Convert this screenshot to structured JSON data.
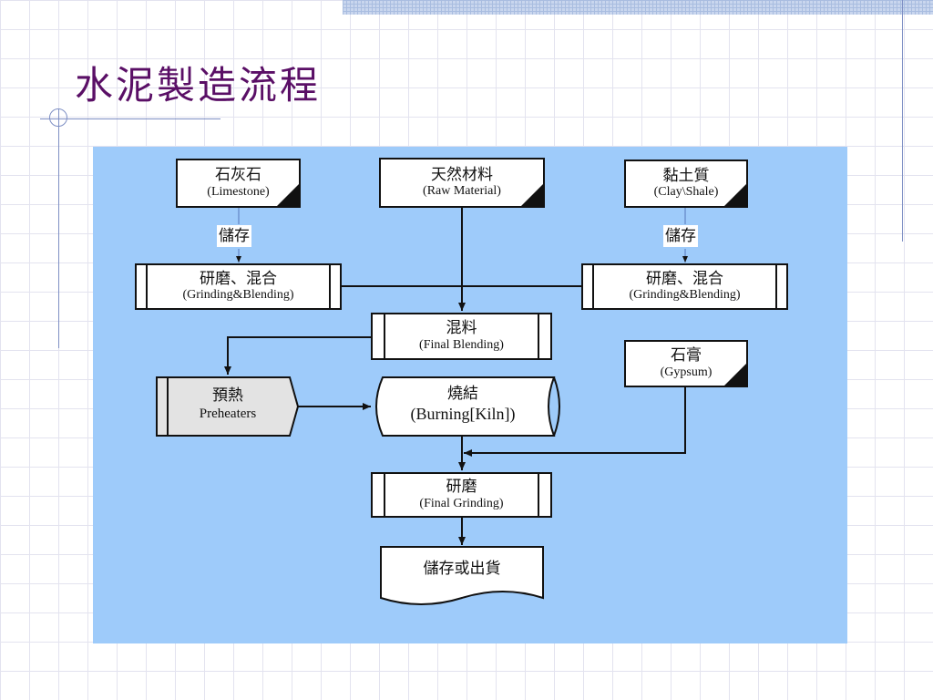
{
  "slide": {
    "title": "水泥製造流程"
  },
  "flow": {
    "limestone": {
      "zh": "石灰石",
      "en": "(Limestone)"
    },
    "raw": {
      "zh": "天然材料",
      "en": "(Raw Material)"
    },
    "clay": {
      "zh": "黏土質",
      "en": "(Clay\\Shale)"
    },
    "storage_left": "儲存",
    "storage_right": "儲存",
    "grind_left": {
      "zh": "研磨、混合",
      "en": "(Grinding&Blending)"
    },
    "grind_right": {
      "zh": "研磨、混合",
      "en": "(Grinding&Blending)"
    },
    "final_blend": {
      "zh": "混料",
      "en": "(Final Blending)"
    },
    "gypsum": {
      "zh": "石膏",
      "en": "(Gypsum)"
    },
    "preheat": {
      "zh": "預熱",
      "en": "Preheaters"
    },
    "kiln": {
      "zh": "燒結",
      "en": "(Burning[Kiln])"
    },
    "final_grind": {
      "zh": "研磨",
      "en": "(Final Grinding)"
    },
    "ship": "儲存或出貨"
  },
  "colors": {
    "panel": "#9ecbfa",
    "title": "#5a0f66",
    "preheater_fill": "#e3e3e3"
  }
}
